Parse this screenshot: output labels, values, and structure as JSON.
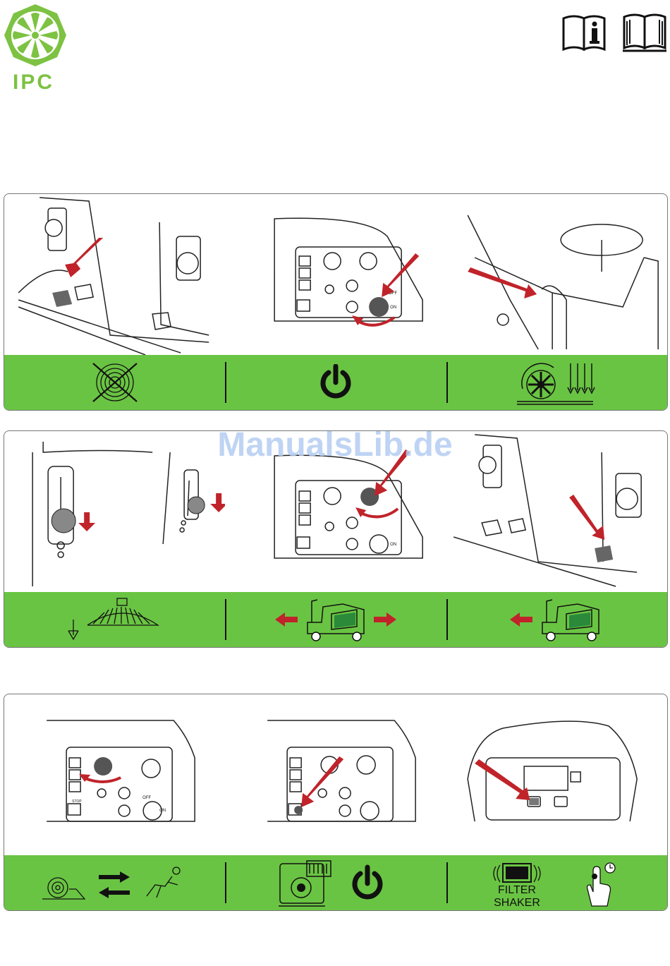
{
  "header": {
    "brand": "IPC",
    "brand_color": "#7dc242",
    "info_icon": "manual-info-icon",
    "book_icon": "open-book-icon"
  },
  "watermark": "ManualsLib.de",
  "colors": {
    "band": "#6ac443",
    "arrow": "#c0232a"
  },
  "panel1": {
    "illustrations": [
      "brake-pedal-release",
      "key-switch-on",
      "operator-seat-lever"
    ],
    "band_icons": [
      "no-vibration-icon",
      "power-icon",
      "filter-fan-down-icon"
    ]
  },
  "panel2": {
    "illustrations": [
      "brush-lever-lower",
      "speed-knob-turn",
      "reverse-pedal-press"
    ],
    "band_icons": [
      "brush-down-icon",
      "machine-forward-reverse-icon",
      "machine-reverse-icon"
    ]
  },
  "panel3": {
    "illustrations": [
      "speed-selector-turn",
      "engine-stop-button",
      "filter-shaker-button"
    ],
    "band_icons": [
      "slow-fast-swap-icon",
      "engine-power-icon",
      "filter-shaker-icon"
    ],
    "panel_labels": {
      "off": "OFF",
      "on": "ON",
      "stop": "STOP"
    },
    "filter_label_line1": "FILTER",
    "filter_label_line2": "SHAKER"
  }
}
